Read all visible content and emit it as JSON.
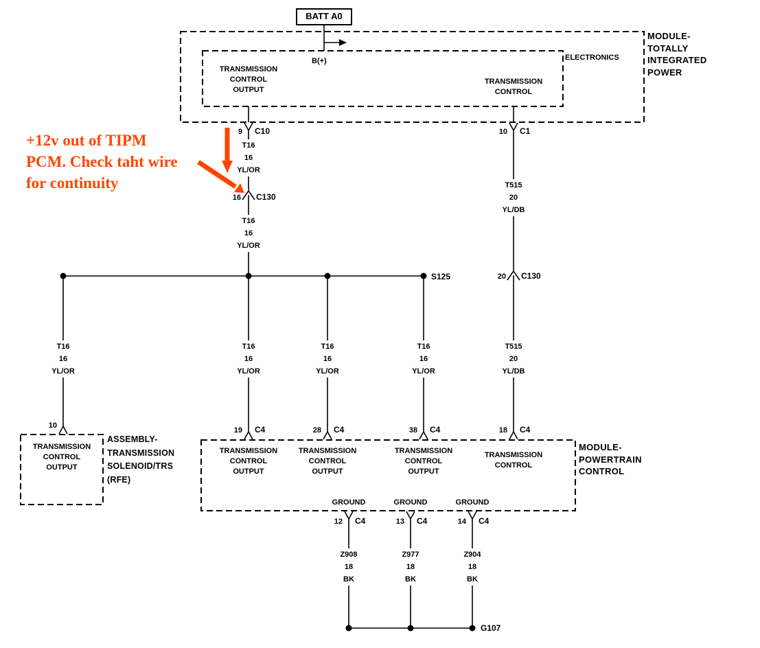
{
  "annotation": {
    "color": "#ff4500",
    "lines": [
      "+12v out of TIPM",
      "PCM. Check taht wire",
      "for continuity"
    ]
  },
  "battery": {
    "label": "BATT A0",
    "terminal": "B(+)"
  },
  "tipm": {
    "module_label": [
      "MODULE-",
      "TOTALLY",
      "INTEGRATED",
      "POWER"
    ],
    "electronics_label": "ELECTRONICS",
    "output_block": [
      "TRANSMISSION",
      "CONTROL",
      "OUTPUT"
    ],
    "control_block": [
      "TRANSMISSION",
      "CONTROL"
    ]
  },
  "pcm": {
    "module_label": [
      "MODULE-",
      "POWERTRAIN",
      "CONTROL"
    ],
    "output_blocks": [
      [
        "TRANSMISSION",
        "CONTROL",
        "OUTPUT"
      ],
      [
        "TRANSMISSION",
        "CONTROL",
        "OUTPUT"
      ],
      [
        "TRANSMISSION",
        "CONTROL",
        "OUTPUT"
      ]
    ],
    "control_block": [
      "TRANSMISSION",
      "CONTROL"
    ],
    "ground_labels": [
      "GROUND",
      "GROUND",
      "GROUND"
    ]
  },
  "trs": {
    "pin": "10",
    "box_label": [
      "TRANSMISSION",
      "CONTROL",
      "OUTPUT"
    ],
    "assembly_label": [
      "ASSEMBLY-",
      "TRANSMISSION",
      "SOLENOID/TRS",
      "(RFE)"
    ]
  },
  "connectors": {
    "c10": {
      "pin": "9",
      "name": "C10"
    },
    "c1": {
      "pin": "10",
      "name": "C1"
    },
    "c130_left": {
      "pin": "16",
      "name": "C130"
    },
    "c130_right": {
      "pin": "20",
      "name": "C130"
    },
    "c4_19": {
      "pin": "19",
      "name": "C4"
    },
    "c4_28": {
      "pin": "28",
      "name": "C4"
    },
    "c4_38": {
      "pin": "38",
      "name": "C4"
    },
    "c4_18": {
      "pin": "18",
      "name": "C4"
    },
    "c4_12": {
      "pin": "12",
      "name": "C4"
    },
    "c4_13": {
      "pin": "13",
      "name": "C4"
    },
    "c4_14": {
      "pin": "14",
      "name": "C4"
    }
  },
  "splice": {
    "name": "S125"
  },
  "ground_point": {
    "name": "G107"
  },
  "wires": {
    "tipm_output": [
      "T16",
      "16",
      "YL/OR"
    ],
    "c130_to_splice": [
      "T16",
      "16",
      "YL/OR"
    ],
    "tipm_control": [
      "T515",
      "20",
      "YL/DB"
    ],
    "splice_to_trs": [
      "T16",
      "16",
      "YL/OR"
    ],
    "splice_to_c4_19": [
      "T16",
      "16",
      "YL/OR"
    ],
    "splice_to_c4_28": [
      "T16",
      "16",
      "YL/OR"
    ],
    "splice_to_c4_38": [
      "T16",
      "16",
      "YL/OR"
    ],
    "c130_to_c4_18": [
      "T515",
      "20",
      "YL/DB"
    ],
    "ground_1": [
      "Z908",
      "18",
      "BK"
    ],
    "ground_2": [
      "Z977",
      "18",
      "BK"
    ],
    "ground_3": [
      "Z904",
      "18",
      "BK"
    ]
  }
}
